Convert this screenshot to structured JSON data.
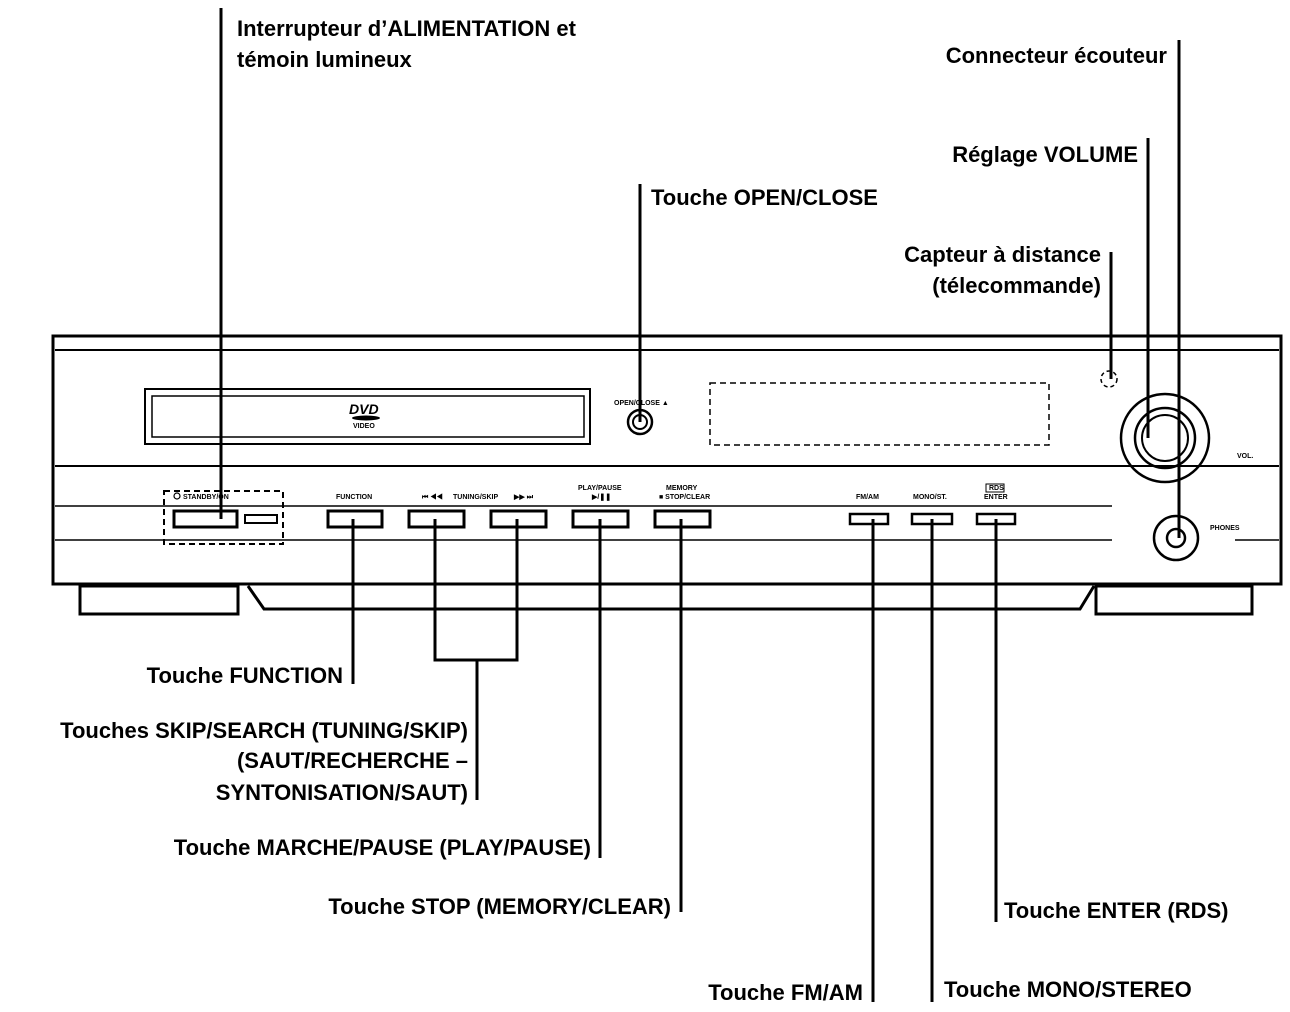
{
  "callouts": {
    "power_line1": "Interrupteur d’ALIMENTATION et",
    "power_line2": "témoin lumineux",
    "headphone": "Connecteur écouteur",
    "volume": "Réglage VOLUME",
    "open_close": "Touche OPEN/CLOSE",
    "remote_line1": "Capteur à distance",
    "remote_line2": "(télecommande)",
    "function": "Touche FUNCTION",
    "skip_line1": "Touches SKIP/SEARCH (TUNING/SKIP)",
    "skip_line2": "(SAUT/RECHERCHE –",
    "skip_line3": "SYNTONISATION/SAUT)",
    "play_pause": "Touche MARCHE/PAUSE (PLAY/PAUSE)",
    "stop": "Touche STOP (MEMORY/CLEAR)",
    "enter": "Touche ENTER (RDS)",
    "fm_am": "Touche FM/AM",
    "mono_stereo": "Touche MONO/STEREO"
  },
  "panel_labels": {
    "standby": "STANDBY/ON",
    "function": "FUNCTION",
    "tuning_prev": "⏮ ◀◀",
    "tuning": "TUNING/SKIP",
    "tuning_next": "▶▶ ⏭",
    "play_pause_top": "PLAY/PAUSE",
    "play_pause_symbol": "▶/❚❚",
    "memory_top": "MEMORY",
    "memory_bottom": "■ STOP/CLEAR",
    "fm_am": "FM/AM",
    "mono_st": "MONO/ST.",
    "rds": "RDS",
    "enter": "ENTER",
    "open_close": "OPEN/CLOSE ▲",
    "vol": "VOL.",
    "phones": "PHONES",
    "dvd_logo": "DVD",
    "video": "VIDEO"
  }
}
